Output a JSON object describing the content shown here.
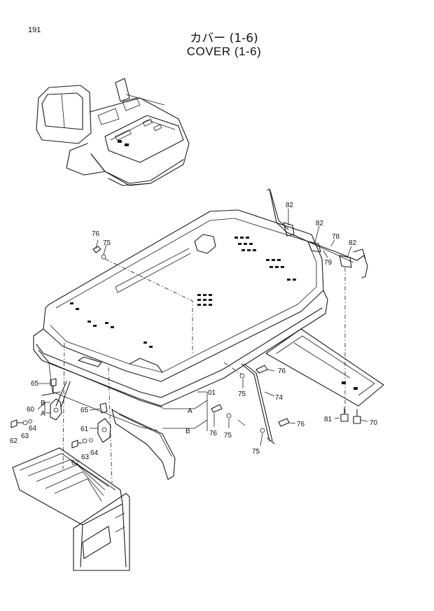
{
  "page": {
    "number": "191"
  },
  "title": {
    "japanese": "カバー (1-6)",
    "english": "COVER (1-6)"
  },
  "callouts": {
    "c76a": "76",
    "c75a": "75",
    "c82a": "82",
    "c82b": "82",
    "c78": "78",
    "c82c": "82",
    "c79": "79",
    "c65a": "65",
    "c60": "60",
    "c60B": "B",
    "c60A": "A",
    "c62a": "62",
    "c63a": "63",
    "c64a": "64",
    "c65b": "65",
    "c61": "61",
    "c62b": "62",
    "c63b": "63",
    "c64b": "64",
    "c01": "01",
    "cA": "A",
    "cB": "B",
    "c76b": "76",
    "c75b": "75",
    "c74": "74",
    "c76c": "76",
    "c75c": "75",
    "c76d": "76",
    "c75d": "75",
    "c81": "81",
    "c70": "70"
  }
}
